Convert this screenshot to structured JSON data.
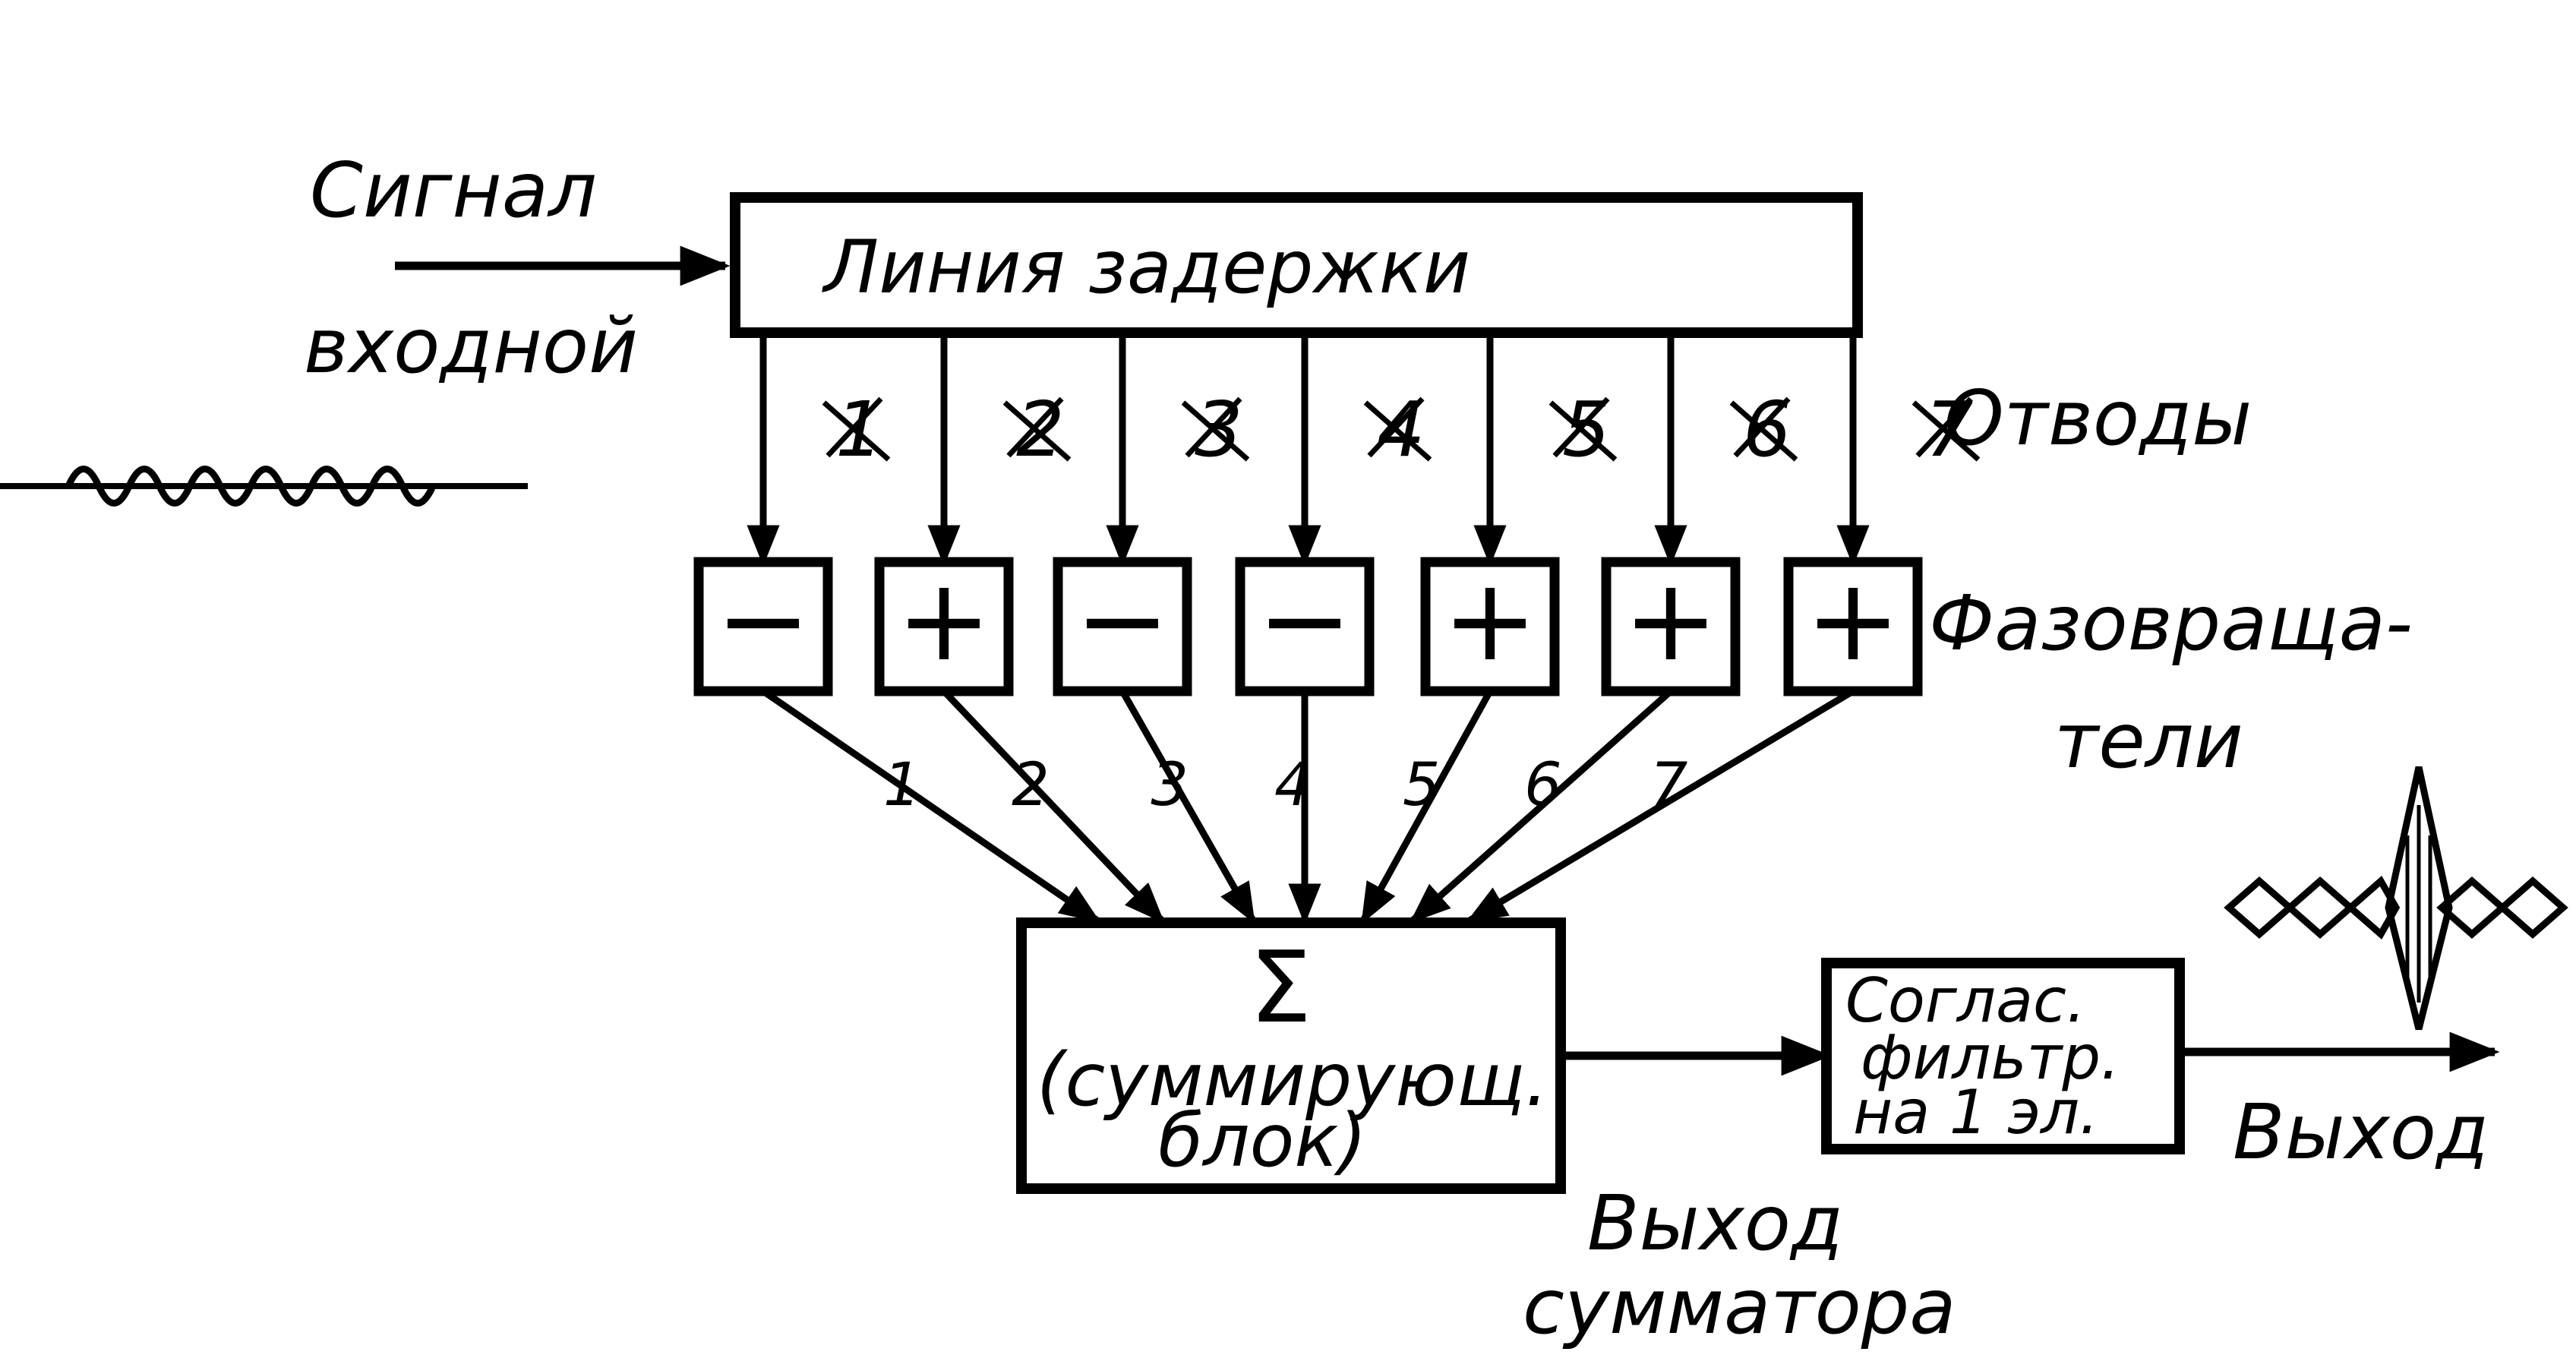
{
  "input": {
    "label_top": "Сигнал",
    "label_bottom": "входной"
  },
  "delay_line": {
    "label": "Линия задержки"
  },
  "taps": {
    "label": "Отводы",
    "crossed_numbers": [
      "1",
      "2",
      "3",
      "4",
      "5",
      "6",
      "7"
    ]
  },
  "phase_shifters": {
    "label_line1": "Фазовраща-",
    "label_line2": "тели",
    "signs": [
      "−",
      "+",
      "−",
      "−",
      "+",
      "+",
      "+"
    ],
    "numbers": [
      "1",
      "2",
      "3",
      "4",
      "5",
      "6",
      "7"
    ]
  },
  "summer": {
    "symbol": "Σ",
    "line1": "(суммирующ.",
    "line2": "блок)"
  },
  "summer_output": {
    "line1": "Выход",
    "line2": "сумматора"
  },
  "matched_filter": {
    "line1": "Соглас.",
    "line2": "фильтр.",
    "line3": "на 1 эл."
  },
  "output": {
    "label": "Выход"
  }
}
